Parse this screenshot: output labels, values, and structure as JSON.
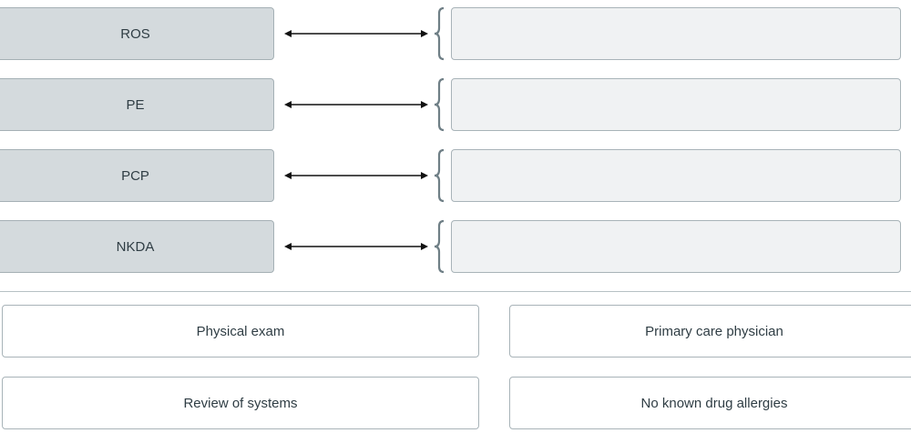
{
  "matching": {
    "rows": [
      {
        "term": "ROS"
      },
      {
        "term": "PE"
      },
      {
        "term": "PCP"
      },
      {
        "term": "NKDA"
      }
    ]
  },
  "choices": [
    "Physical exam",
    "Primary care physician",
    "Review of systems",
    "No known drug allergies"
  ],
  "colors": {
    "term_bg": "#d4dadd",
    "drop_bg": "#f0f2f3",
    "brace": "#6f7f86",
    "arrow": "#111111"
  }
}
